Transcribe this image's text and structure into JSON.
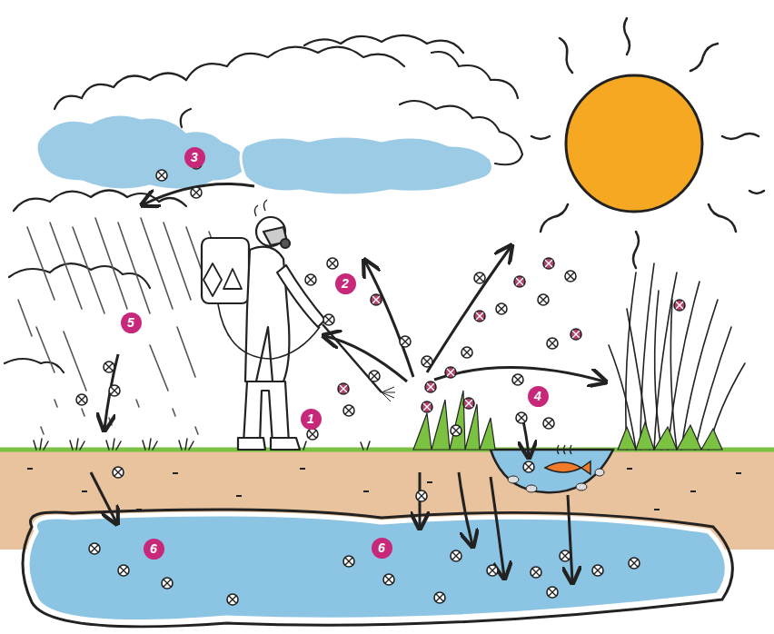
{
  "diagram": {
    "labels": [
      "3",
      "2",
      "5",
      "1",
      "4",
      "6",
      "6"
    ]
  }
}
